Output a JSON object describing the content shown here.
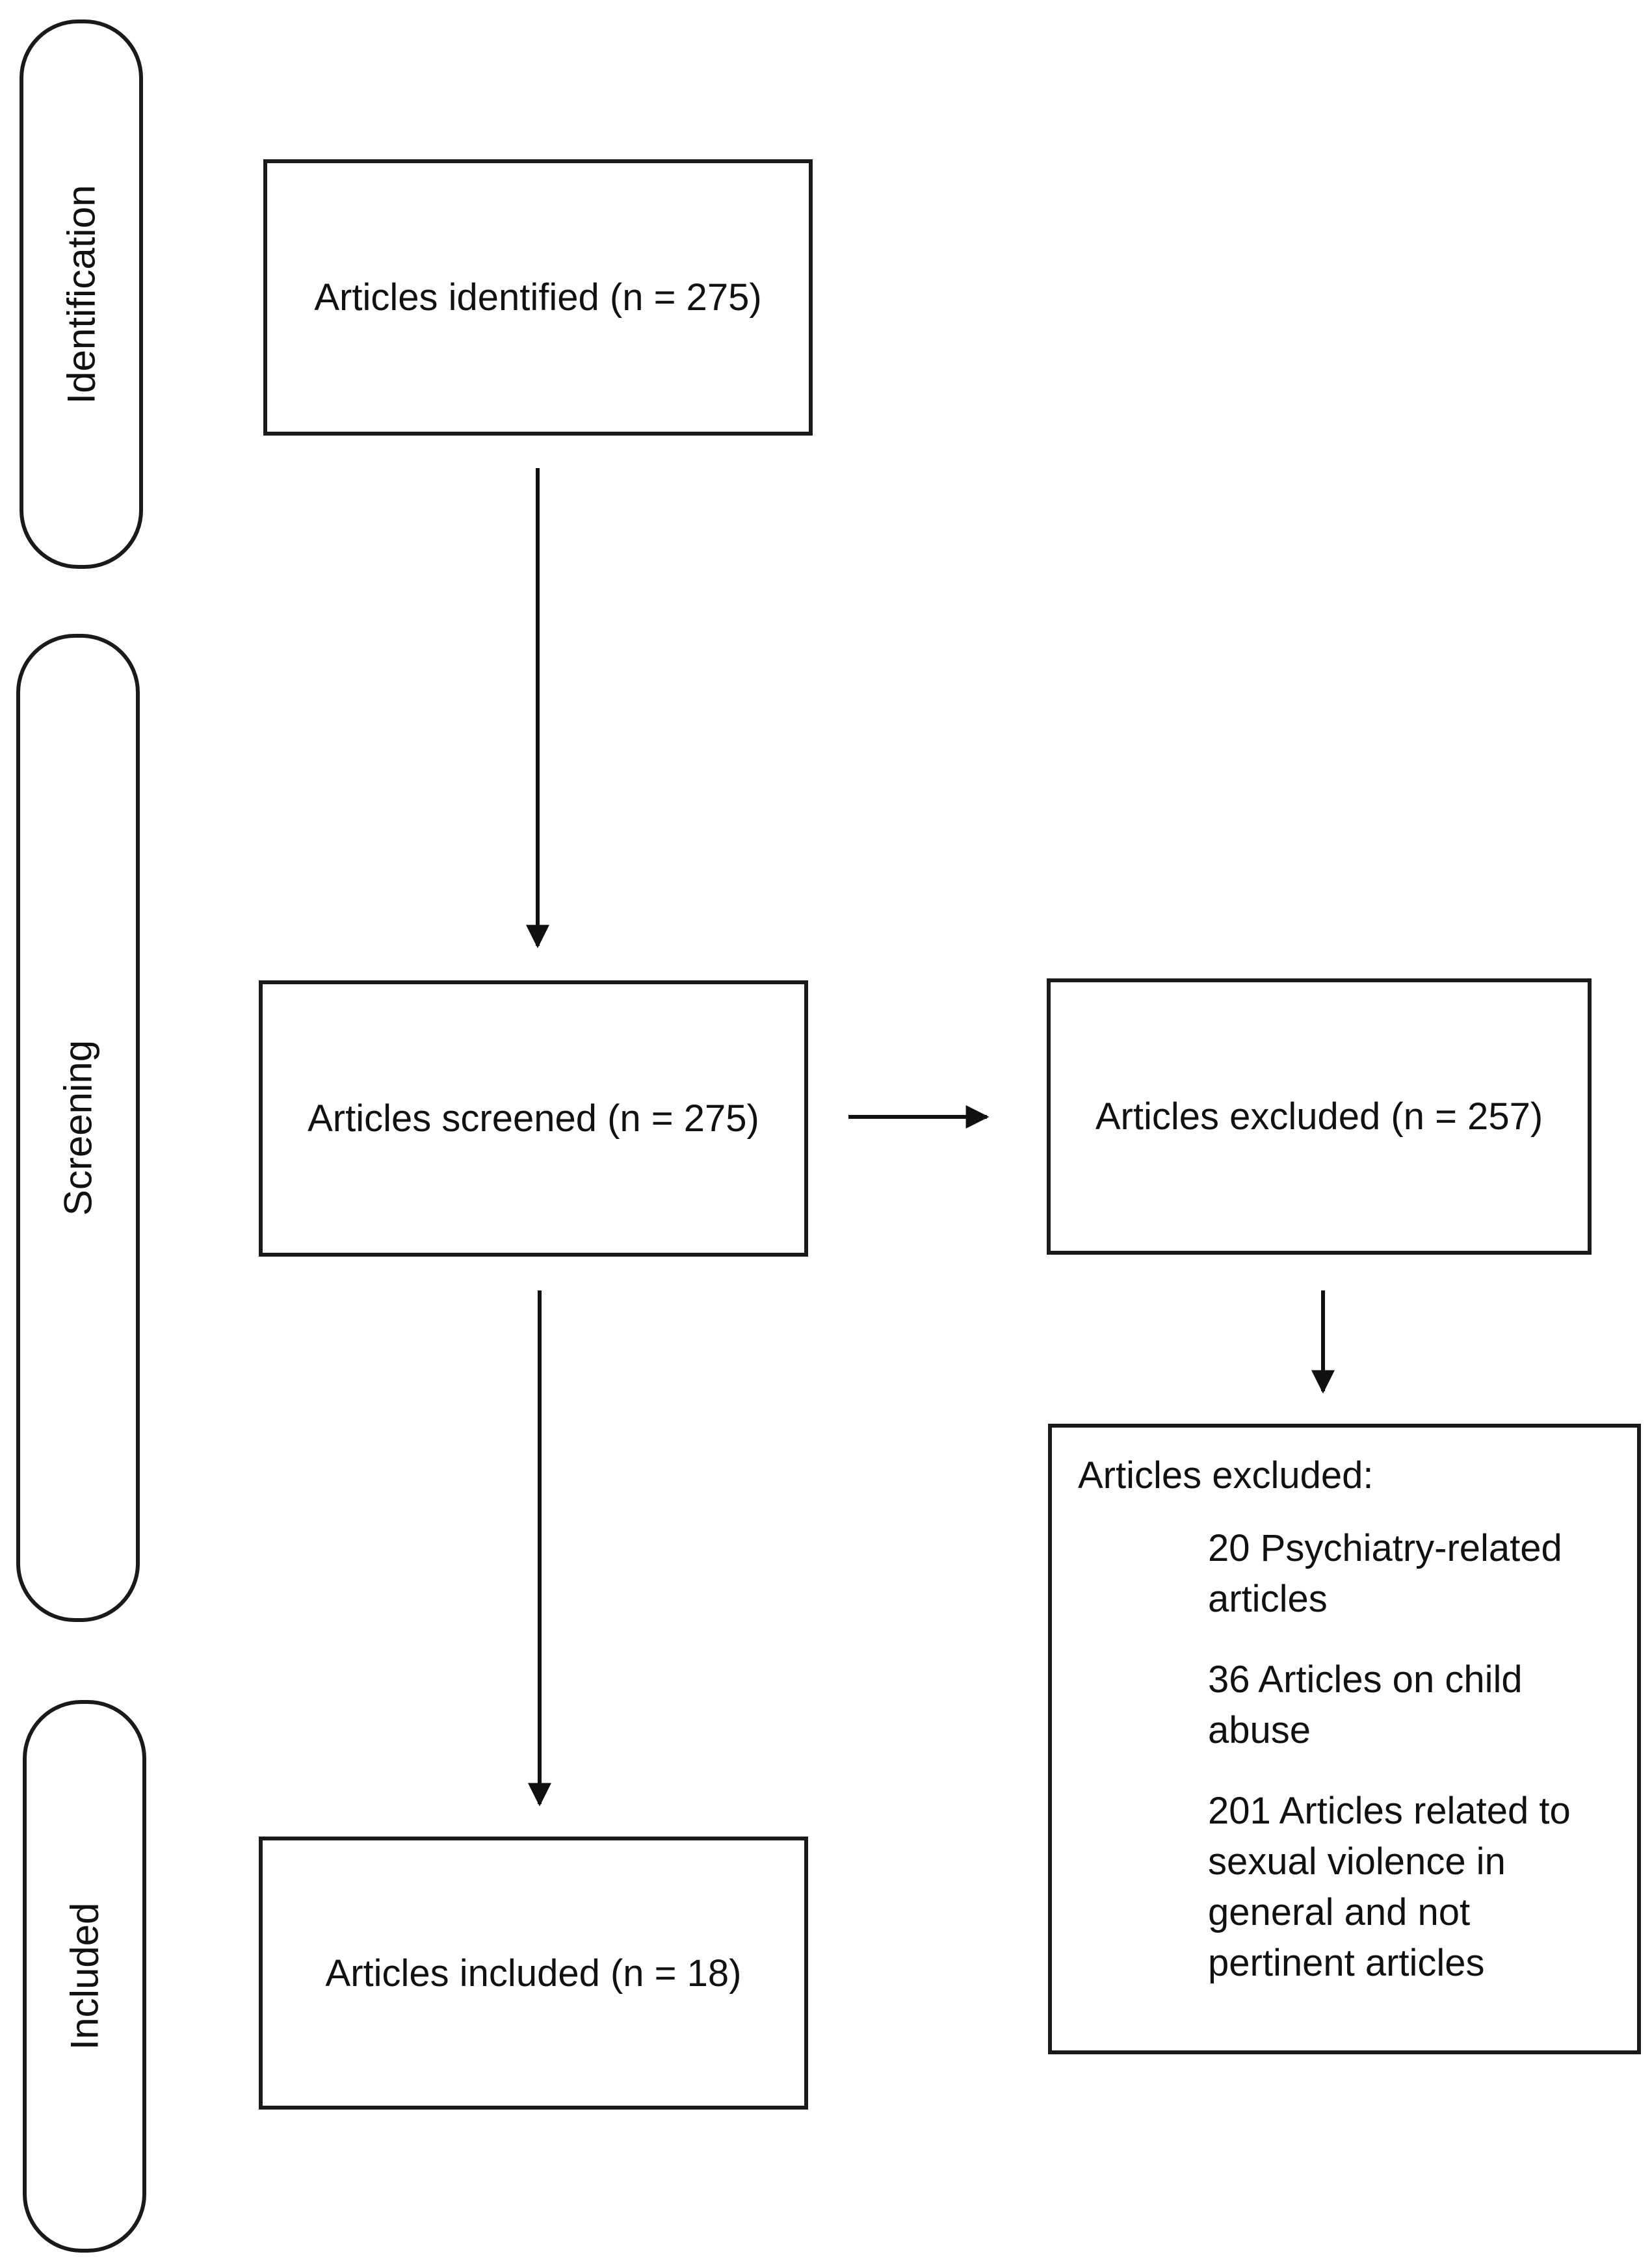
{
  "stages": {
    "identification": "Identification",
    "screening": "Screening",
    "included": "Included"
  },
  "boxes": {
    "identified": "Articles identified (n = 275)",
    "screened": "Articles screened (n = 275)",
    "excluded": "Articles excluded (n = 257)",
    "included": "Articles included (n = 18)"
  },
  "exclusion_details": {
    "title": "Articles excluded:",
    "reasons": [
      "20 Psychiatry-related articles",
      "36 Articles on child abuse",
      "201 Articles related to sexual violence in general and not pertinent articles"
    ]
  }
}
